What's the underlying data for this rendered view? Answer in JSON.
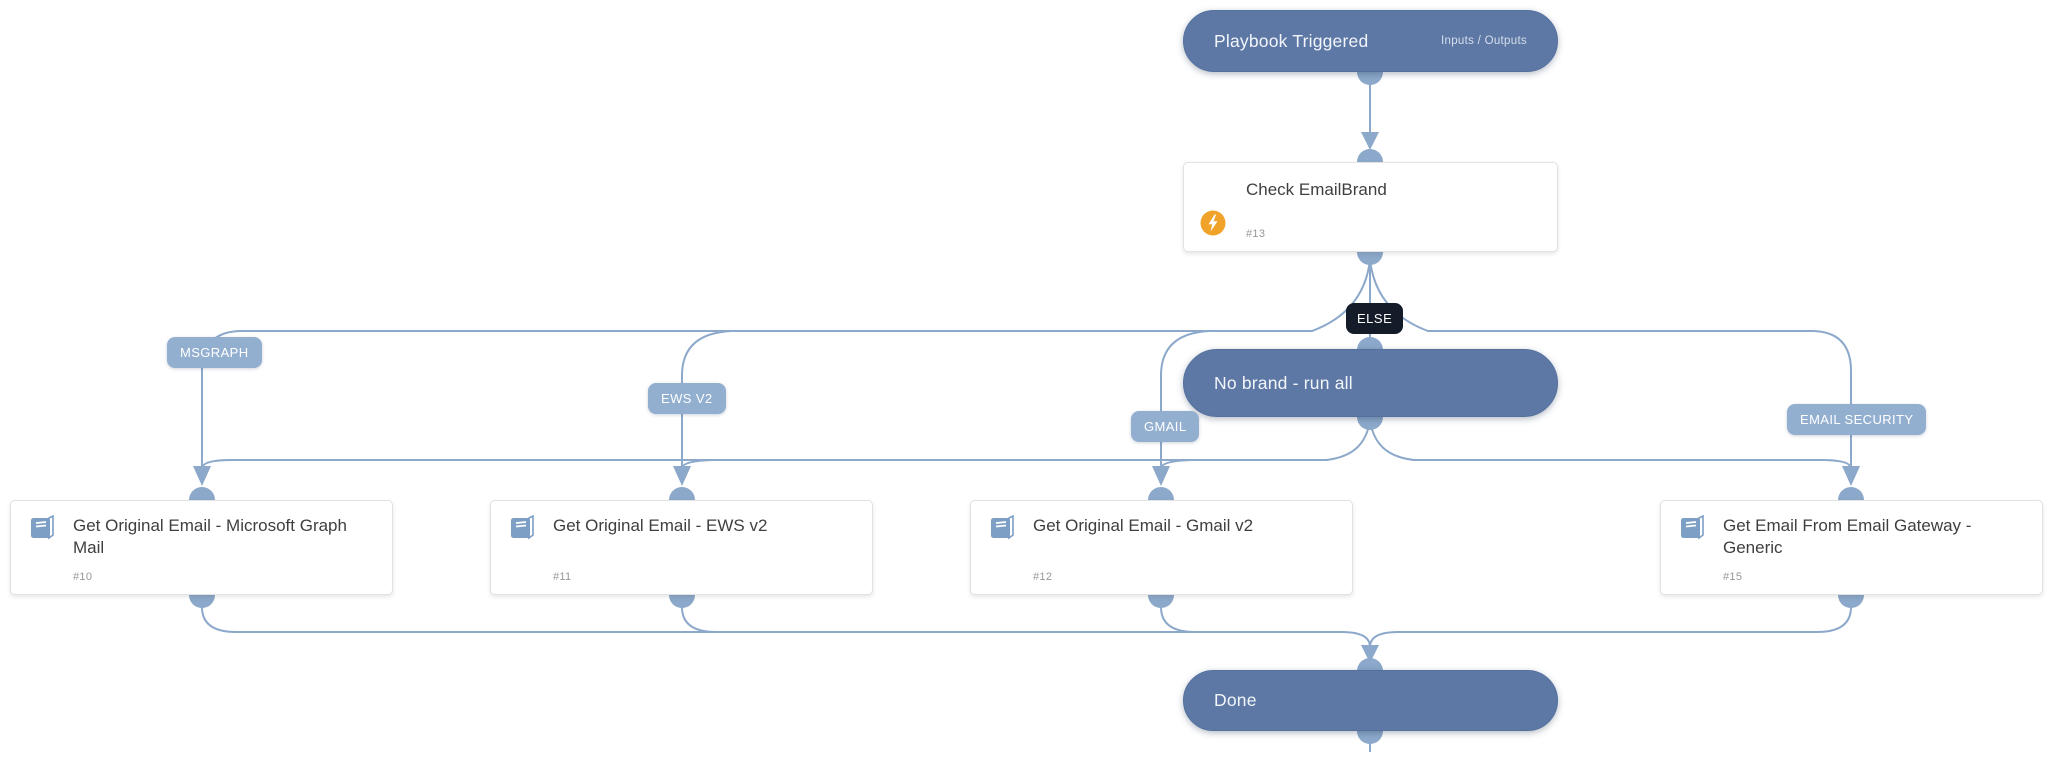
{
  "nodes": {
    "trigger": {
      "label": "Playbook Triggered",
      "link": "Inputs / Outputs"
    },
    "condition": {
      "label": "Check EmailBrand",
      "id": "#13"
    },
    "else_label": "ELSE",
    "no_brand": {
      "label": "No brand - run all"
    },
    "tasks": [
      {
        "label": "Get Original Email - Microsoft Graph Mail",
        "id": "#10"
      },
      {
        "label": "Get Original Email - EWS v2",
        "id": "#11"
      },
      {
        "label": "Get Original Email - Gmail v2",
        "id": "#12"
      },
      {
        "label": "Get Email From Email Gateway - Generic",
        "id": "#15"
      }
    ],
    "done": {
      "label": "Done"
    }
  },
  "branch_labels": [
    "MSGRAPH",
    "EWS V2",
    "GMAIL",
    "EMAIL SECURITY"
  ],
  "colors": {
    "node_fill": "#5d78a5",
    "wire": "#8ca8ca",
    "branch_label_fill": "#93afd0",
    "else_fill": "#141b29",
    "condition_badge": "#f0a328",
    "icon_blue": "#7e9fc6"
  }
}
